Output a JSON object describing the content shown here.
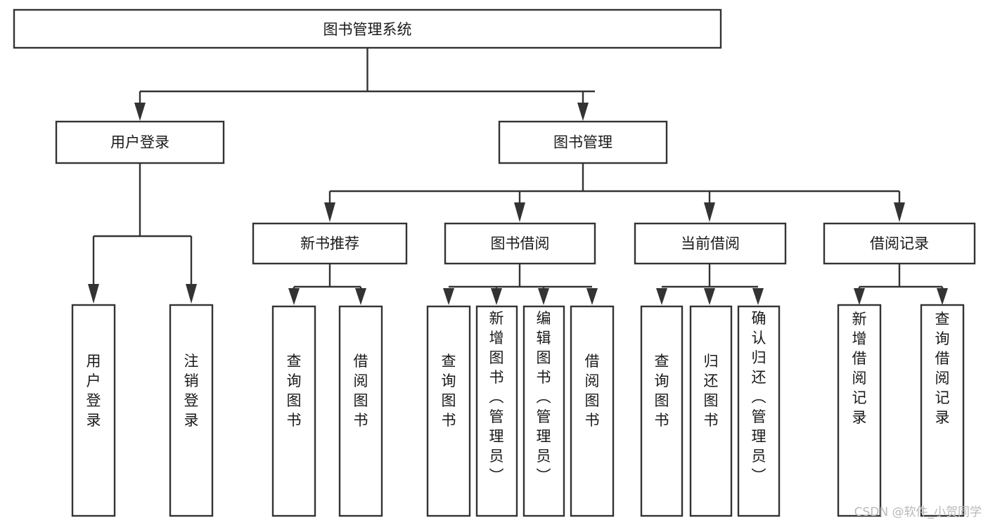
{
  "diagram": {
    "title": "图书管理系统",
    "type": "hierarchy-tree",
    "watermark": "CSDN @软件_小贺同学",
    "colors": {
      "stroke": "#333333",
      "fill": "#ffffff",
      "text": "#1a1a1a",
      "watermark": "#b9b9b9",
      "background": "#ffffff"
    },
    "levels": {
      "root": "图书管理系统",
      "level2": [
        "用户登录",
        "图书管理"
      ],
      "level3": [
        "新书推荐",
        "图书借阅",
        "当前借阅",
        "借阅记录"
      ]
    },
    "nodes": {
      "root": {
        "label": "图书管理系统",
        "orientation": "horizontal"
      },
      "user_login": {
        "label": "用户登录",
        "orientation": "horizontal"
      },
      "book_manage": {
        "label": "图书管理",
        "orientation": "horizontal"
      },
      "new_book_rec": {
        "label": "新书推荐",
        "orientation": "horizontal"
      },
      "book_borrow": {
        "label": "图书借阅",
        "orientation": "horizontal"
      },
      "current_borrow": {
        "label": "当前借阅",
        "orientation": "horizontal"
      },
      "borrow_record": {
        "label": "借阅记录",
        "orientation": "horizontal"
      },
      "leaf_1": {
        "label": "用户登录",
        "orientation": "vertical",
        "parent": "用户登录"
      },
      "leaf_2": {
        "label": "注销登录",
        "orientation": "vertical",
        "parent": "用户登录"
      },
      "leaf_3": {
        "label": "查询图书",
        "orientation": "vertical",
        "parent": "新书推荐"
      },
      "leaf_4": {
        "label": "借阅图书",
        "orientation": "vertical",
        "parent": "新书推荐"
      },
      "leaf_5": {
        "label": "查询图书",
        "orientation": "vertical",
        "parent": "图书借阅"
      },
      "leaf_6": {
        "label": "新增图书（管理员）",
        "orientation": "vertical",
        "parent": "图书借阅"
      },
      "leaf_7": {
        "label": "编辑图书（管理员）",
        "orientation": "vertical",
        "parent": "图书借阅"
      },
      "leaf_8": {
        "label": "借阅图书",
        "orientation": "vertical",
        "parent": "图书借阅"
      },
      "leaf_9": {
        "label": "查询图书",
        "orientation": "vertical",
        "parent": "当前借阅"
      },
      "leaf_10": {
        "label": "归还图书",
        "orientation": "vertical",
        "parent": "当前借阅"
      },
      "leaf_11": {
        "label": "确认归还（管理员）",
        "orientation": "vertical",
        "parent": "当前借阅"
      },
      "leaf_12": {
        "label": "新增借阅记录",
        "orientation": "vertical",
        "parent": "借阅记录"
      },
      "leaf_13": {
        "label": "查询借阅记录",
        "orientation": "vertical",
        "parent": "借阅记录"
      }
    }
  }
}
